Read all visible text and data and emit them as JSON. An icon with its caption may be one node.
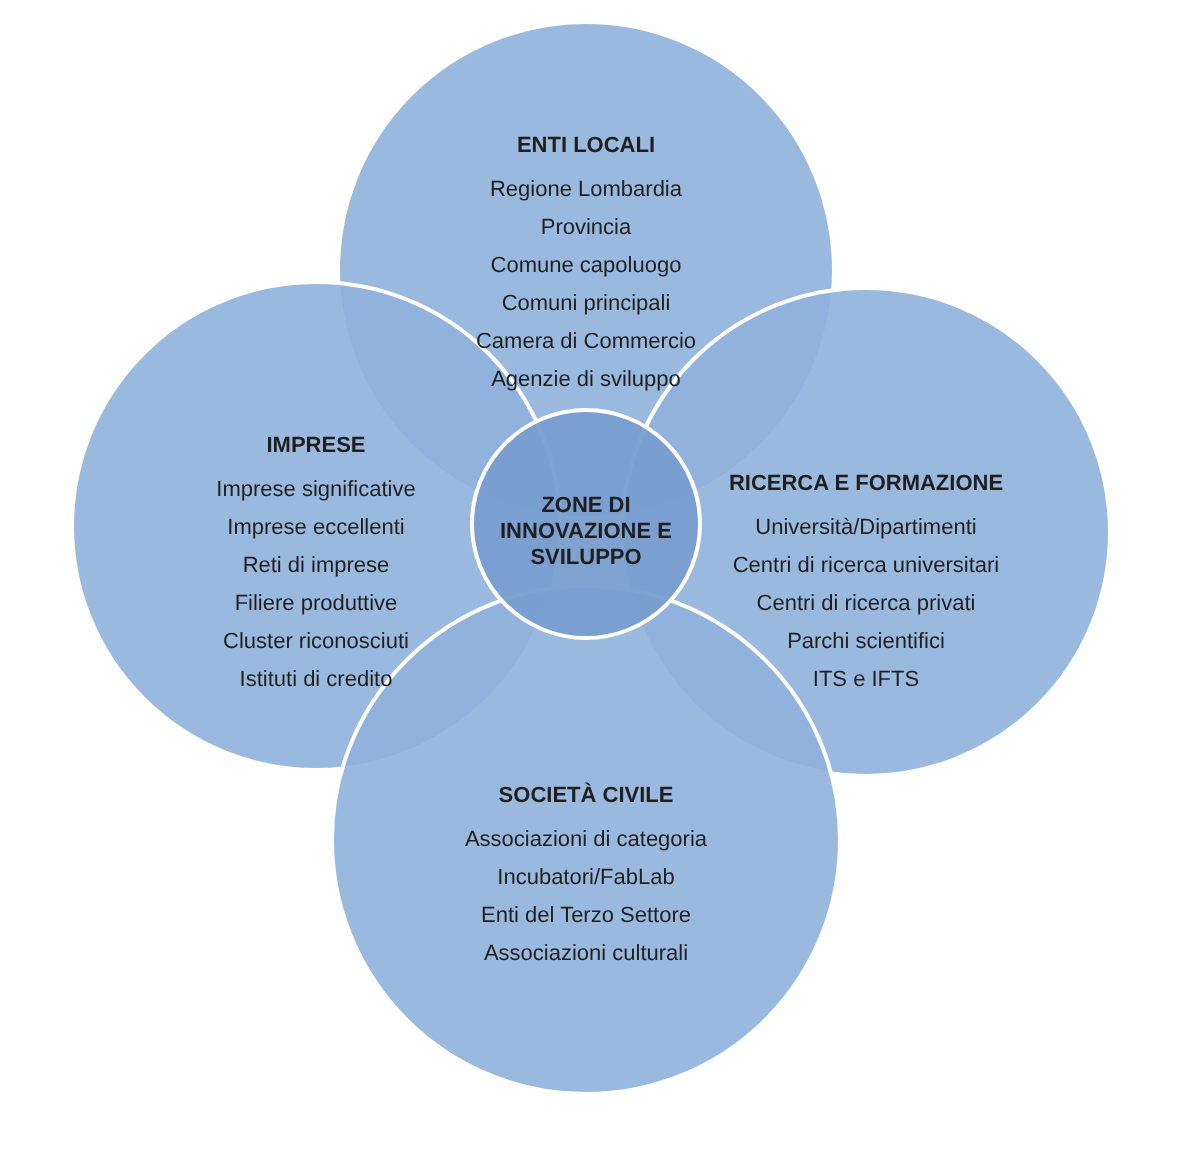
{
  "diagram": {
    "nodes": [
      {
        "text": [
          "ENTI LOCALI",
          "Regione Lombardia",
          "Provincia",
          "Comune capoluogo",
          "Comuni principali",
          "Camera di Commercio",
          "Agenzie di sviluppo"
        ]
      },
      {
        "text": [
          "IMPRESE",
          "Imprese significative",
          "Imprese eccellenti",
          "Reti di imprese",
          "Filiere produttive",
          "Cluster riconosciuti",
          "Istituti di credito"
        ]
      },
      {
        "text": [
          "RICERCA E FORMAZIONE",
          "Università/Dipartimenti",
          "Centri di ricerca universitari",
          "Centri di ricerca privati",
          "Parchi scientifici",
          "ITS e IFTS"
        ]
      },
      {
        "text": [
          "SOCIETÀ CIVILE",
          "Associazioni di categoria",
          "Incubatori/FabLab",
          "Enti del Terzo Settore",
          "Associazioni culturali"
        ]
      },
      {
        "text": [
          "ZONE DI INNOVAZIONE E SVILUPPO"
        ]
      }
    ]
  }
}
